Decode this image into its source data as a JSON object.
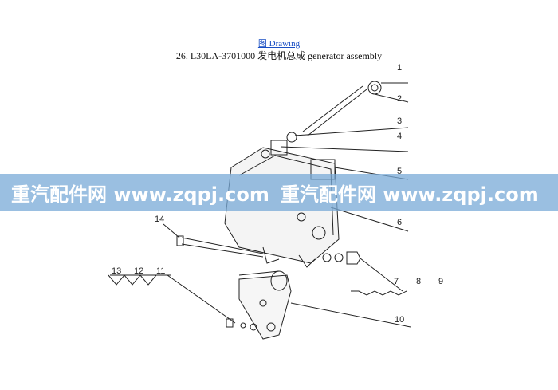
{
  "header": {
    "link": "图 Drawing",
    "title": "26.  L30LA-3701000  发电机总成  generator assembly"
  },
  "callouts": [
    "1",
    "2",
    "3",
    "4",
    "5",
    "6",
    "7",
    "8",
    "9",
    "10",
    "11",
    "12",
    "13",
    "14"
  ],
  "watermark": {
    "text1": "重汽配件网  www.zqpj.com",
    "text2": "重汽配件网  www.zqpj.com"
  }
}
